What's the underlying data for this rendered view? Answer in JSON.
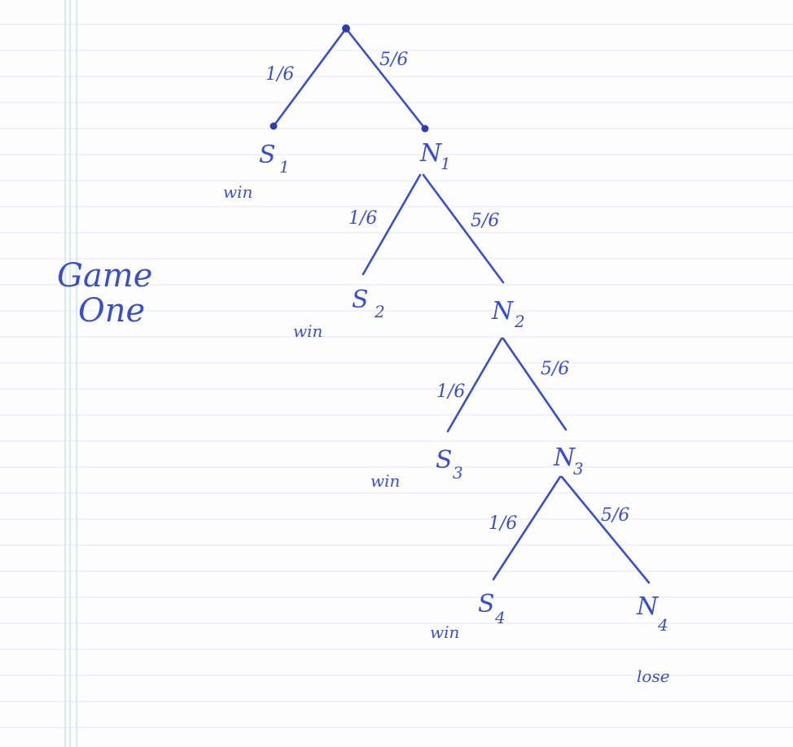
{
  "title_line1": "Game",
  "title_line2": "One",
  "edge_probs": {
    "root_left": "1/6",
    "root_right": "5/6",
    "n1_left": "1/6",
    "n1_right": "5/6",
    "n2_left": "1/6",
    "n2_right": "5/6",
    "n3_left": "1/6",
    "n3_right": "5/6"
  },
  "nodes": {
    "s1": {
      "letter": "S",
      "sub": "1",
      "outcome": "win"
    },
    "n1": {
      "letter": "N",
      "sub": "1"
    },
    "s2": {
      "letter": "S",
      "sub": "2",
      "outcome": "win"
    },
    "n2": {
      "letter": "N",
      "sub": "2"
    },
    "s3": {
      "letter": "S",
      "sub": "3",
      "outcome": "win"
    },
    "n3": {
      "letter": "N",
      "sub": "3"
    },
    "s4": {
      "letter": "S",
      "sub": "4",
      "outcome": "win"
    },
    "n4": {
      "letter": "N",
      "sub": "4",
      "outcome": "lose"
    }
  },
  "colors": {
    "ink": "#3b4fc4",
    "rule_line": "#e3e8f4",
    "margin_line": "#c7e6f2"
  }
}
